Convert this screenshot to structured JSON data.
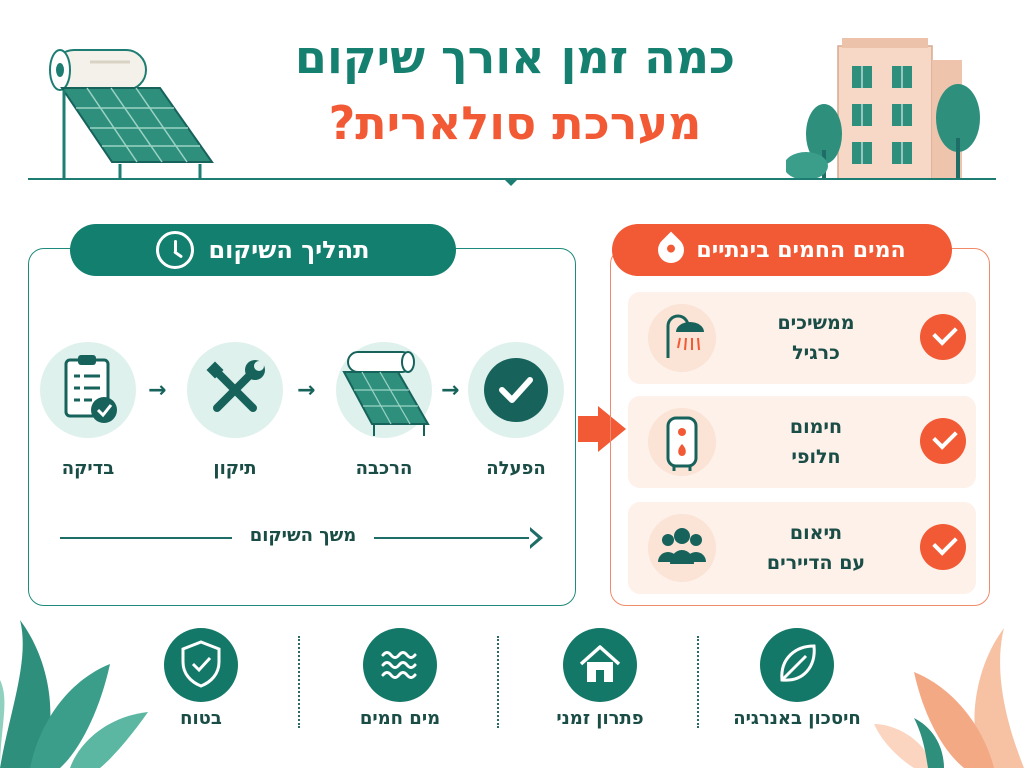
{
  "title": {
    "line1": "כמה זמן אורך שיקום",
    "line2": "מערכת סולארית?"
  },
  "colors": {
    "teal": "#13806f",
    "orange": "#f25a35",
    "light_teal": "#dff1ec",
    "light_orange": "#fdf1ea",
    "text_dark": "#1b4d47"
  },
  "process": {
    "header": "תהליך השיקום",
    "header_icon": "clock-icon",
    "steps": [
      {
        "label": "בדיקה",
        "icon": "clipboard-check-icon"
      },
      {
        "label": "תיקון",
        "icon": "tools-icon"
      },
      {
        "label": "הרכבה",
        "icon": "solar-panel-icon"
      },
      {
        "label": "הפעלה",
        "icon": "checkmark-icon"
      }
    ],
    "duration_label": "משך השיקום"
  },
  "meanwhile": {
    "header": "המים החמים בינתיים",
    "header_icon": "water-drop-icon",
    "cards": [
      {
        "line1": "ממשיכים",
        "line2": "כרגיל",
        "icon": "shower-icon"
      },
      {
        "line1": "חימום",
        "line2": "חלופי",
        "icon": "water-heater-icon"
      },
      {
        "line1": "תיאום",
        "line2": "עם הדיירים",
        "icon": "people-icon"
      }
    ]
  },
  "features": [
    {
      "label": "בטוח",
      "icon": "shield-check-icon"
    },
    {
      "label": "מים חמים",
      "icon": "water-waves-icon"
    },
    {
      "label": "פתרון זמני",
      "icon": "house-icon"
    },
    {
      "label": "חיסכון באנרגיה",
      "icon": "leaf-icon"
    }
  ]
}
